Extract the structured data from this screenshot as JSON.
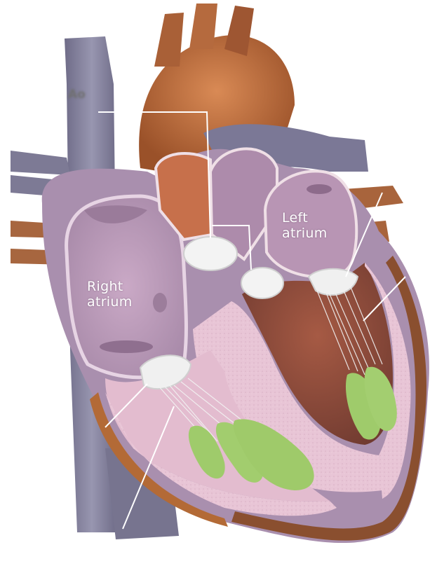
{
  "diagram": {
    "labels": {
      "right_atrium": [
        "Right",
        "atrium"
      ],
      "left_atrium": [
        "Left",
        "atrium"
      ],
      "blurred_top_label": [
        "Ao"
      ]
    },
    "colors": {
      "background": "#ffffff",
      "vena_cava": "#7f7d97",
      "aorta": "#b96b3b",
      "atrium_fill": "#bda3bd",
      "myocardium": "#e7c4d5",
      "left_ventricle": "#8a4a3c",
      "valve": "#f2f2f2",
      "papillary_muscle": "#9ec86b",
      "leader_line": "#ffffff"
    },
    "icons": [
      "heart-cross-section"
    ]
  }
}
